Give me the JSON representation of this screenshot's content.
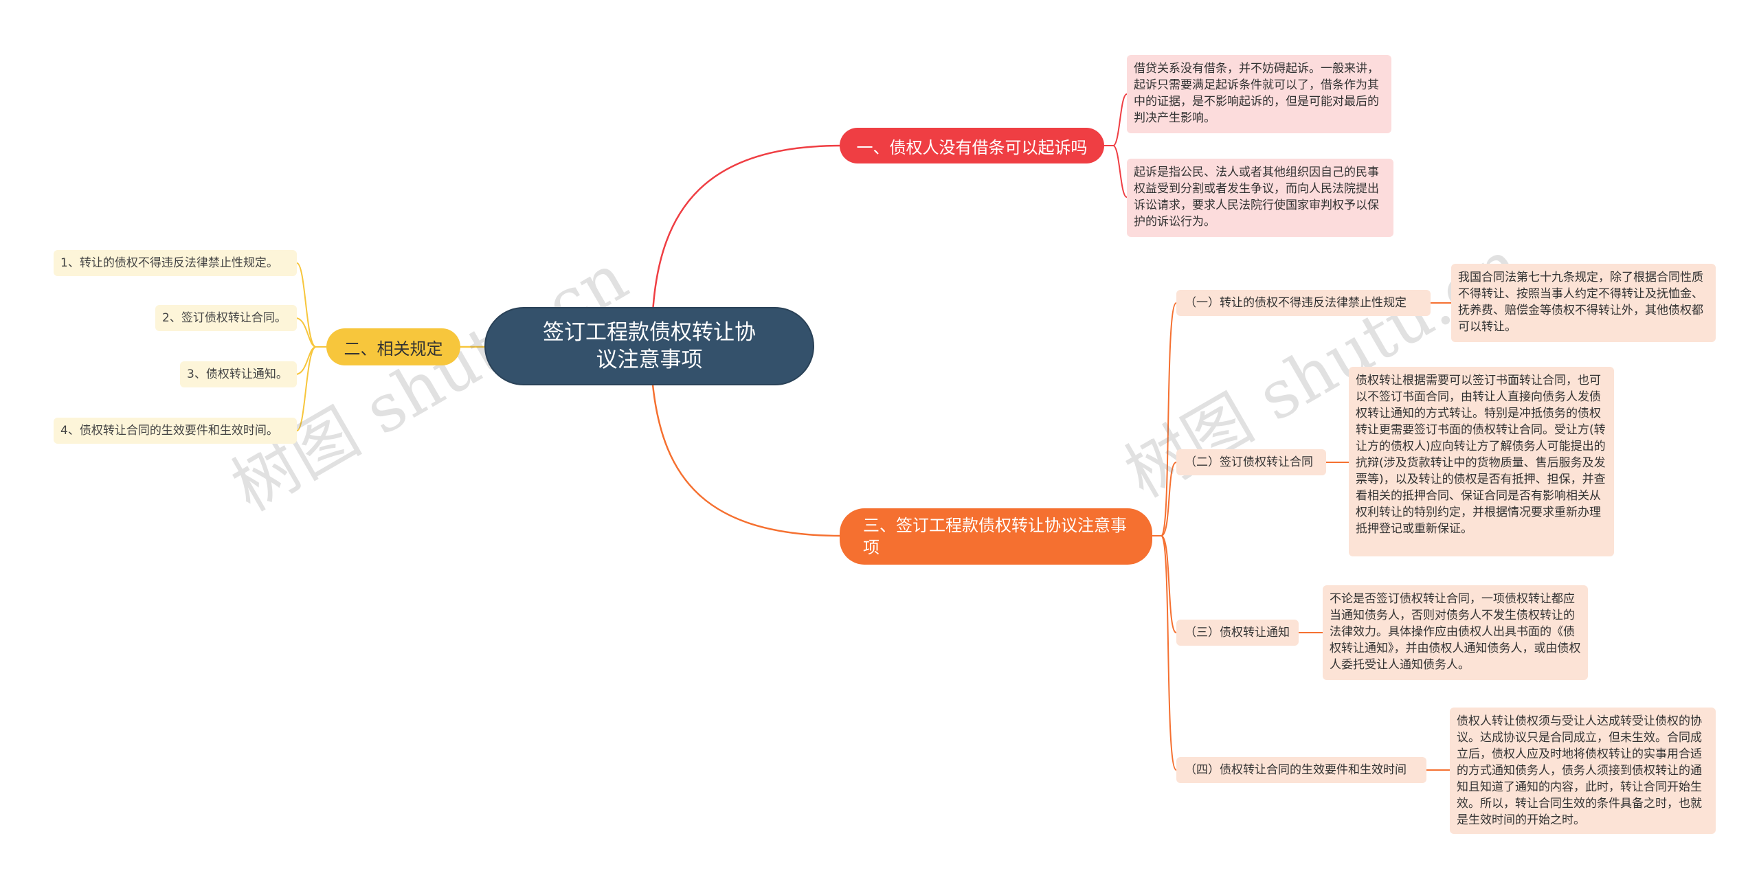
{
  "central": {
    "title": "签订工程款债权转让协议注意事项"
  },
  "branches": [
    {
      "label": "一、债权人没有借条可以起诉吗",
      "color": "#ef3e43",
      "children": [
        {
          "text": "借贷关系没有借条，并不妨碍起诉。一般来讲，起诉只需要满足起诉条件就可以了，借条作为其中的证据，是不影响起诉的，但是可能对最后的判决产生影响。"
        },
        {
          "text": "起诉是指公民、法人或者其他组织因自己的民事权益受到分割或者发生争议，而向人民法院提出诉讼请求，要求人民法院行使国家审判权予以保护的诉讼行为。"
        }
      ]
    },
    {
      "label": "二、相关规定",
      "color": "#f7c63c",
      "children": [
        {
          "text": "1、转让的债权不得违反法律禁止性规定。"
        },
        {
          "text": "2、签订债权转让合同。"
        },
        {
          "text": "3、债权转让通知。"
        },
        {
          "text": "4、债权转让合同的生效要件和生效时间。"
        }
      ]
    },
    {
      "label": "三、签订工程款债权转让协议注意事项",
      "color": "#f57030",
      "children": [
        {
          "label": "（一）转让的债权不得违反法律禁止性规定",
          "detail": "我国合同法第七十九条规定，除了根据合同性质不得转让、按照当事人约定不得转让及抚恤金、抚养费、赔偿金等债权不得转让外，其他债权都可以转让。"
        },
        {
          "label": "（二）签订债权转让合同",
          "detail": "债权转让根据需要可以签订书面转让合同，也可以不签订书面合同，由转让人直接向债务人发债权转让通知的方式转让。特别是冲抵债务的债权转让更需要签订书面的债权转让合同。受让方(转让方的债权人)应向转让方了解债务人可能提出的抗辩(涉及货款转让中的货物质量、售后服务及发票等)，以及转让的债权是否有抵押、担保，并查看相关的抵押合同、保证合同是否有影响相关从权利转让的特别约定，并根据情况要求重新办理抵押登记或重新保证。"
        },
        {
          "label": "（三）债权转让通知",
          "detail": "不论是否签订债权转让合同，一项债权转让都应当通知债务人，否则对债务人不发生债权转让的法律效力。具体操作应由债权人出具书面的《债权转让通知》，并由债权人通知债务人，或由债权人委托受让人通知债务人。"
        },
        {
          "label": "（四）债权转让合同的生效要件和生效时间",
          "detail": "债权人转让债权须与受让人达成转受让债权的协议。达成协议只是合同成立，但未生效。合同成立后，债权人应及时地将债权转让的实事用合适的方式通知债务人，债务人须接到债权转让的通知且知道了通知的内容，此时，转让合同开始生效。所以，转让合同生效的条件具备之时，也就是生效时间的开始之时。"
        }
      ]
    }
  ],
  "watermark": "树图 shutu.cn"
}
